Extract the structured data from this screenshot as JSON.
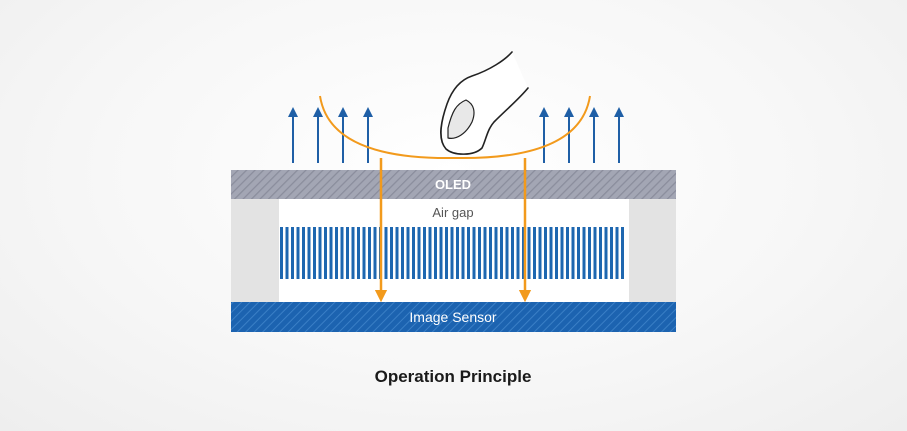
{
  "layers": {
    "oled": "OLED",
    "air_gap": "Air gap",
    "image_sensor": "Image Sensor"
  },
  "caption": "Operation Principle",
  "colors": {
    "background": "#f4f4f4",
    "oled_fill": "#9ea1b0",
    "oled_hatch": "#878a9a",
    "collimator_blue": "#1e67b0",
    "sensor_blue": "#1a5fae",
    "sensor_hatch": "#2f77c2",
    "light_arrow_orange": "#f29a1c",
    "emission_arrow_blue": "#1f5fa6",
    "side_block_gray": "#e3e3e3"
  },
  "icons": {
    "finger": "finger-icon"
  }
}
